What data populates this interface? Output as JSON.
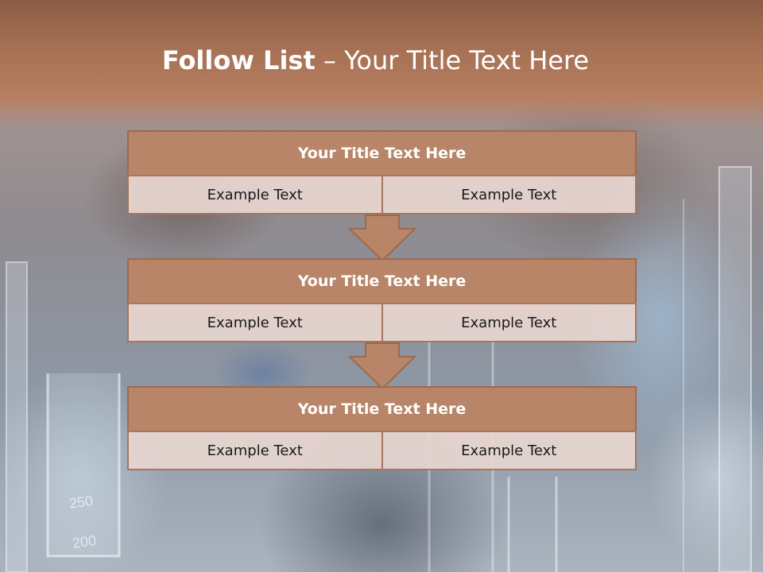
{
  "slide": {
    "title_bold": "Follow List",
    "title_rest": "– Your Title Text Here"
  },
  "steps": [
    {
      "title": "Your Title Text Here",
      "left": "Example Text",
      "right": "Example Text"
    },
    {
      "title": "Your Title Text Here",
      "left": "Example Text",
      "right": "Example Text"
    },
    {
      "title": "Your Title Text Here",
      "left": "Example Text",
      "right": "Example Text"
    }
  ],
  "colors": {
    "header_fill": "#b98568",
    "header_border": "#9b6a4e",
    "cell_fill": "#e8d6d0",
    "arrow_fill": "#b98568",
    "title_band": "#a46f53"
  }
}
